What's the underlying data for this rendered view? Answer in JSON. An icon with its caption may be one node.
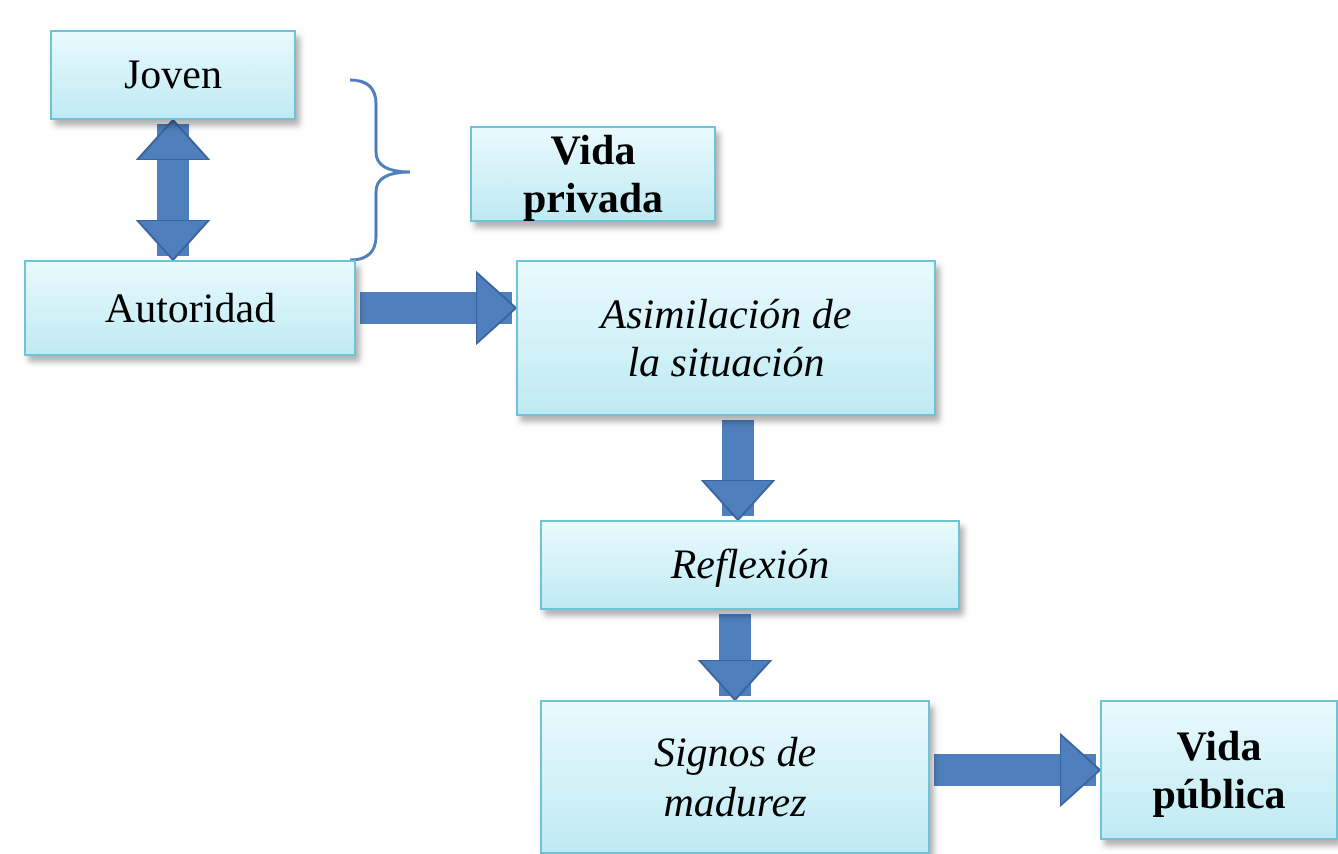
{
  "diagram": {
    "nodes": [
      {
        "text": [
          "Joven"
        ]
      },
      {
        "text": [
          "Vida privada"
        ]
      },
      {
        "text": [
          "Autoridad"
        ]
      },
      {
        "text": [
          "Asimilación de la situación"
        ]
      },
      {
        "text": [
          "Reflexión"
        ]
      },
      {
        "text": [
          "Signos de madurez"
        ]
      },
      {
        "text": [
          "Vida pública"
        ]
      }
    ],
    "edges": [
      {
        "from": 0,
        "to": 2,
        "arrow": "both"
      },
      {
        "from": 2,
        "to": 3,
        "arrow": "to"
      },
      {
        "from": 3,
        "to": 4,
        "arrow": "to"
      },
      {
        "from": 4,
        "to": 5,
        "arrow": "to"
      },
      {
        "from": 5,
        "to": 6,
        "arrow": "to"
      }
    ]
  }
}
